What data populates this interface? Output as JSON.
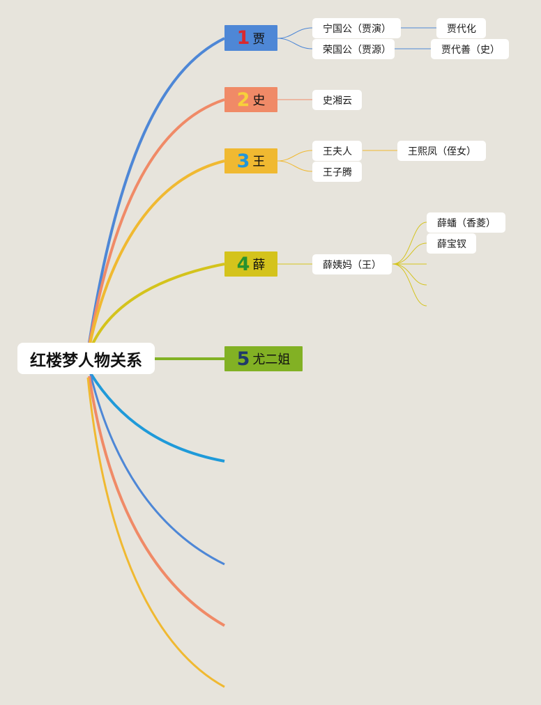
{
  "root": {
    "title": "红楼梦人物关系"
  },
  "branches": [
    {
      "num": "1",
      "label": "贾",
      "color": "#4e87d6",
      "num_color": "#d9292e"
    },
    {
      "num": "2",
      "label": "史",
      "color": "#f08a67",
      "num_color": "#f7d03b"
    },
    {
      "num": "3",
      "label": "王",
      "color": "#f0b931",
      "num_color": "#2196d9"
    },
    {
      "num": "4",
      "label": "薛",
      "color": "#d4c31c",
      "num_color": "#27922f"
    },
    {
      "num": "5",
      "label": "尤二姐",
      "color": "#82b124",
      "num_color": "#1f3a6a"
    }
  ],
  "nodes": {
    "ningguogong": "宁国公（贾演）",
    "jiadaihua": "贾代化",
    "rongguogong": "荣国公（贾源）",
    "jiadaishan": "贾代善（史）",
    "shixiangyun": "史湘云",
    "wangfuren": "王夫人",
    "wangxifeng": "王熙凤（侄女）",
    "wangziteng": "王子腾",
    "xueyima": "薛姨妈（王）",
    "xuepan": "薛蟠（香菱）",
    "xuebaochai": "薛宝钗"
  },
  "colors": {
    "empty_branch_1": "#1f9ad9",
    "empty_branch_2": "#4e87d6",
    "empty_branch_3": "#f08a67",
    "empty_branch_4": "#f0b931"
  }
}
